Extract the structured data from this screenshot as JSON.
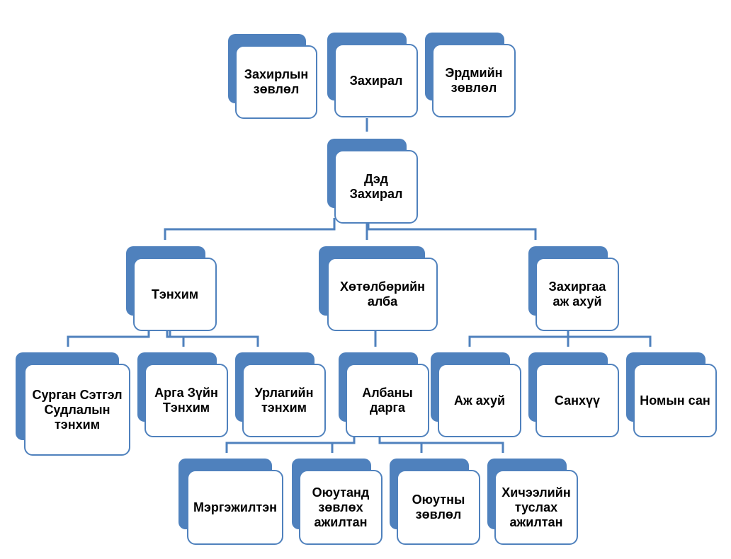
{
  "diagram": {
    "accent_color": "#4f81bd",
    "nodes": {
      "board": {
        "label": "Захирлын\nзөвлөл"
      },
      "director": {
        "label": "Захирал"
      },
      "academic_council": {
        "label": "Эрдмийн\nзөвлөл"
      },
      "vice_director": {
        "label": "Дэд\nЗахирал"
      },
      "department": {
        "label": "Тэнхим"
      },
      "program_office": {
        "label": "Хөтөлбөрийн\nалба"
      },
      "administration": {
        "label": "Захиргаа\nаж ахуй"
      },
      "psychology_dept": {
        "label": "Сурган Сэтгэл\nСудлалын\nтэнхим"
      },
      "methods_dept": {
        "label": "Арга Зүйн\nТэнхим"
      },
      "arts_dept": {
        "label": "Урлагийн\nтэнхим"
      },
      "office_head": {
        "label": "Албаны\nдарга"
      },
      "facilities": {
        "label": "Аж ахуй"
      },
      "finance": {
        "label": "Санхүү"
      },
      "library": {
        "label": "Номын сан"
      },
      "specialist": {
        "label": "Мэргэжилтэн"
      },
      "student_advisor": {
        "label": "Оюутанд\nзөвлөх\nажилтан"
      },
      "student_council": {
        "label": "Оюутны\nзөвлөл"
      },
      "teaching_assistant": {
        "label": "Хичээлийн\nтуслах\nажилтан"
      }
    }
  }
}
